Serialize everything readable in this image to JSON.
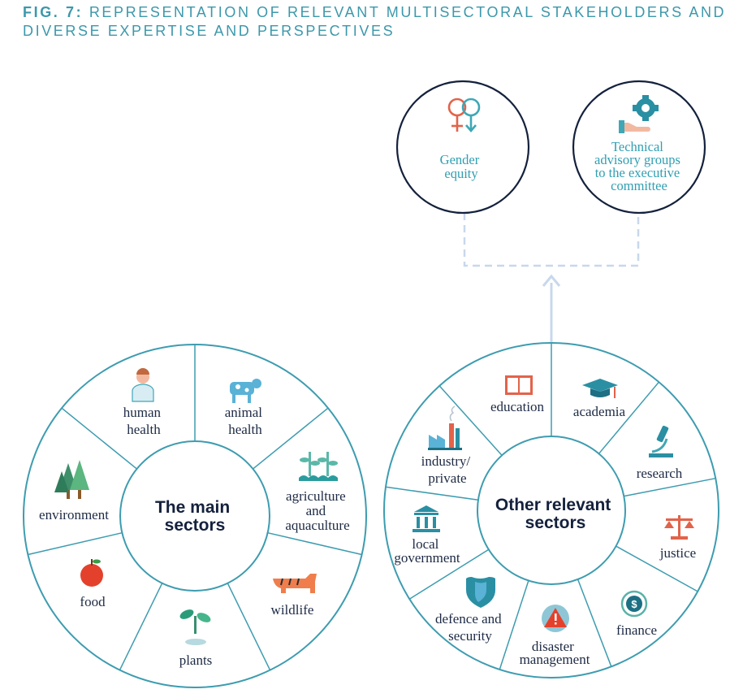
{
  "title": {
    "prefix": "FIG. 7:",
    "text": "REPRESENTATION OF RELEVANT MULTISECTORAL STAKEHOLDERS AND DIVERSE EXPERTISE AND PERSPECTIVES"
  },
  "top_circles": [
    {
      "id": "gender",
      "icon": "gender-symbols-icon",
      "lines": [
        "Gender",
        "equity"
      ]
    },
    {
      "id": "technical",
      "icon": "hand-gear-icon",
      "lines": [
        "Technical",
        "advisory groups",
        "to the executive",
        "committee"
      ]
    }
  ],
  "main_wheel": {
    "hub_lines": [
      "The main",
      "sectors"
    ],
    "sectors": [
      {
        "id": "human-health",
        "icon": "doctor-icon",
        "lines": [
          "human",
          "health"
        ]
      },
      {
        "id": "animal-health",
        "icon": "cow-icon",
        "lines": [
          "animal",
          "health"
        ]
      },
      {
        "id": "agriculture",
        "icon": "crops-icon",
        "lines": [
          "agriculture",
          "and",
          "aquaculture"
        ]
      },
      {
        "id": "wildlife",
        "icon": "tiger-icon",
        "lines": [
          "wildlife"
        ]
      },
      {
        "id": "plants",
        "icon": "sprout-icon",
        "lines": [
          "plants"
        ]
      },
      {
        "id": "food",
        "icon": "apple-icon",
        "lines": [
          "food"
        ]
      },
      {
        "id": "environment",
        "icon": "trees-icon",
        "lines": [
          "environment"
        ]
      }
    ]
  },
  "other_wheel": {
    "hub_lines": [
      "Other relevant",
      "sectors"
    ],
    "sectors": [
      {
        "id": "education",
        "icon": "book-icon",
        "lines": [
          "education"
        ]
      },
      {
        "id": "academia",
        "icon": "graduation-cap-icon",
        "lines": [
          "academia"
        ]
      },
      {
        "id": "research",
        "icon": "microscope-icon",
        "lines": [
          "research"
        ]
      },
      {
        "id": "justice",
        "icon": "scales-icon",
        "lines": [
          "justice"
        ]
      },
      {
        "id": "finance",
        "icon": "dollar-coin-icon",
        "lines": [
          "finance"
        ]
      },
      {
        "id": "disaster",
        "icon": "warning-gear-icon",
        "lines": [
          "disaster",
          "management"
        ]
      },
      {
        "id": "defence",
        "icon": "shield-icon",
        "lines": [
          "defence and",
          "security"
        ]
      },
      {
        "id": "local-gov",
        "icon": "government-building-icon",
        "lines": [
          "local",
          "government"
        ]
      },
      {
        "id": "industry",
        "icon": "factory-icon",
        "lines": [
          "industry/",
          "private"
        ]
      }
    ]
  },
  "colors": {
    "title": "#3c98ab",
    "wheel_stroke": "#3d9cb0",
    "top_stroke": "#14213d",
    "connector": "#c8d8ec",
    "label_teal": "#2f9fb2",
    "label_dark": "#1d2a44"
  }
}
